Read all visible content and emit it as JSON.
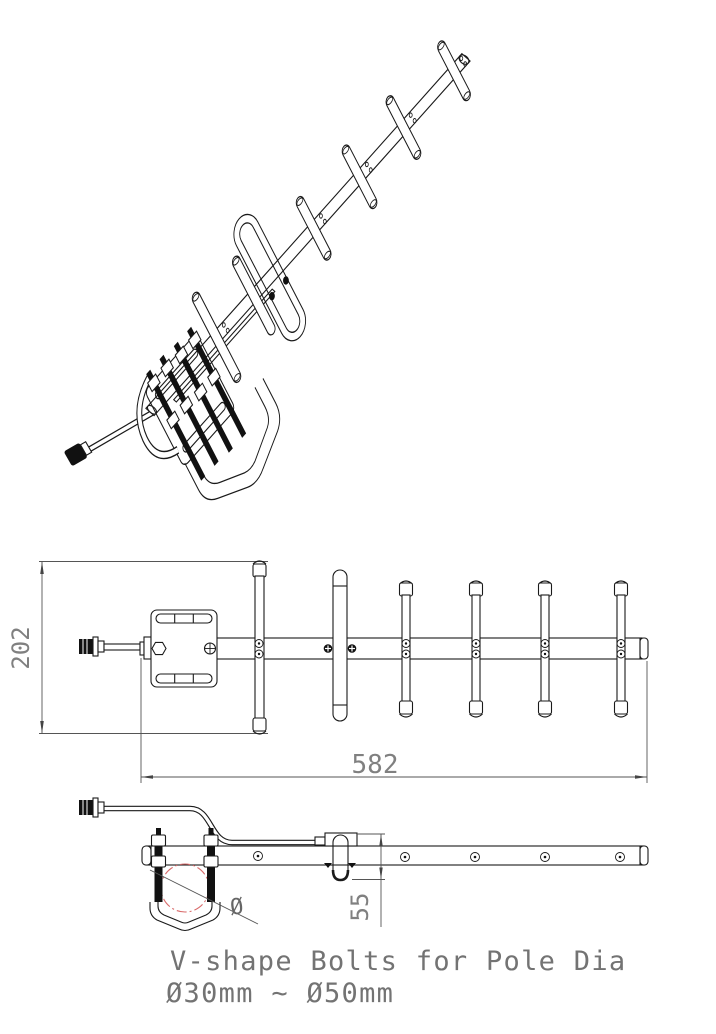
{
  "drawing": {
    "type": "technical-line-drawing",
    "subject": "yagi-antenna with V-shape pole mounting bolts",
    "views": [
      "isometric",
      "side-elevation",
      "bottom-plan"
    ]
  },
  "dimensions": {
    "height": "202",
    "length": "582",
    "dipole_depth": "55"
  },
  "symbols": {
    "diameter": "Ø"
  },
  "caption": {
    "line1": "V-shape Bolts for Pole Dia",
    "line2": "Ø30mm ~ Ø50mm"
  },
  "colors": {
    "line": "#1a1a1a",
    "dimension_text": "#808080",
    "caption_text": "#737373",
    "pole_circle": "#d96b6b",
    "background": "#ffffff"
  }
}
